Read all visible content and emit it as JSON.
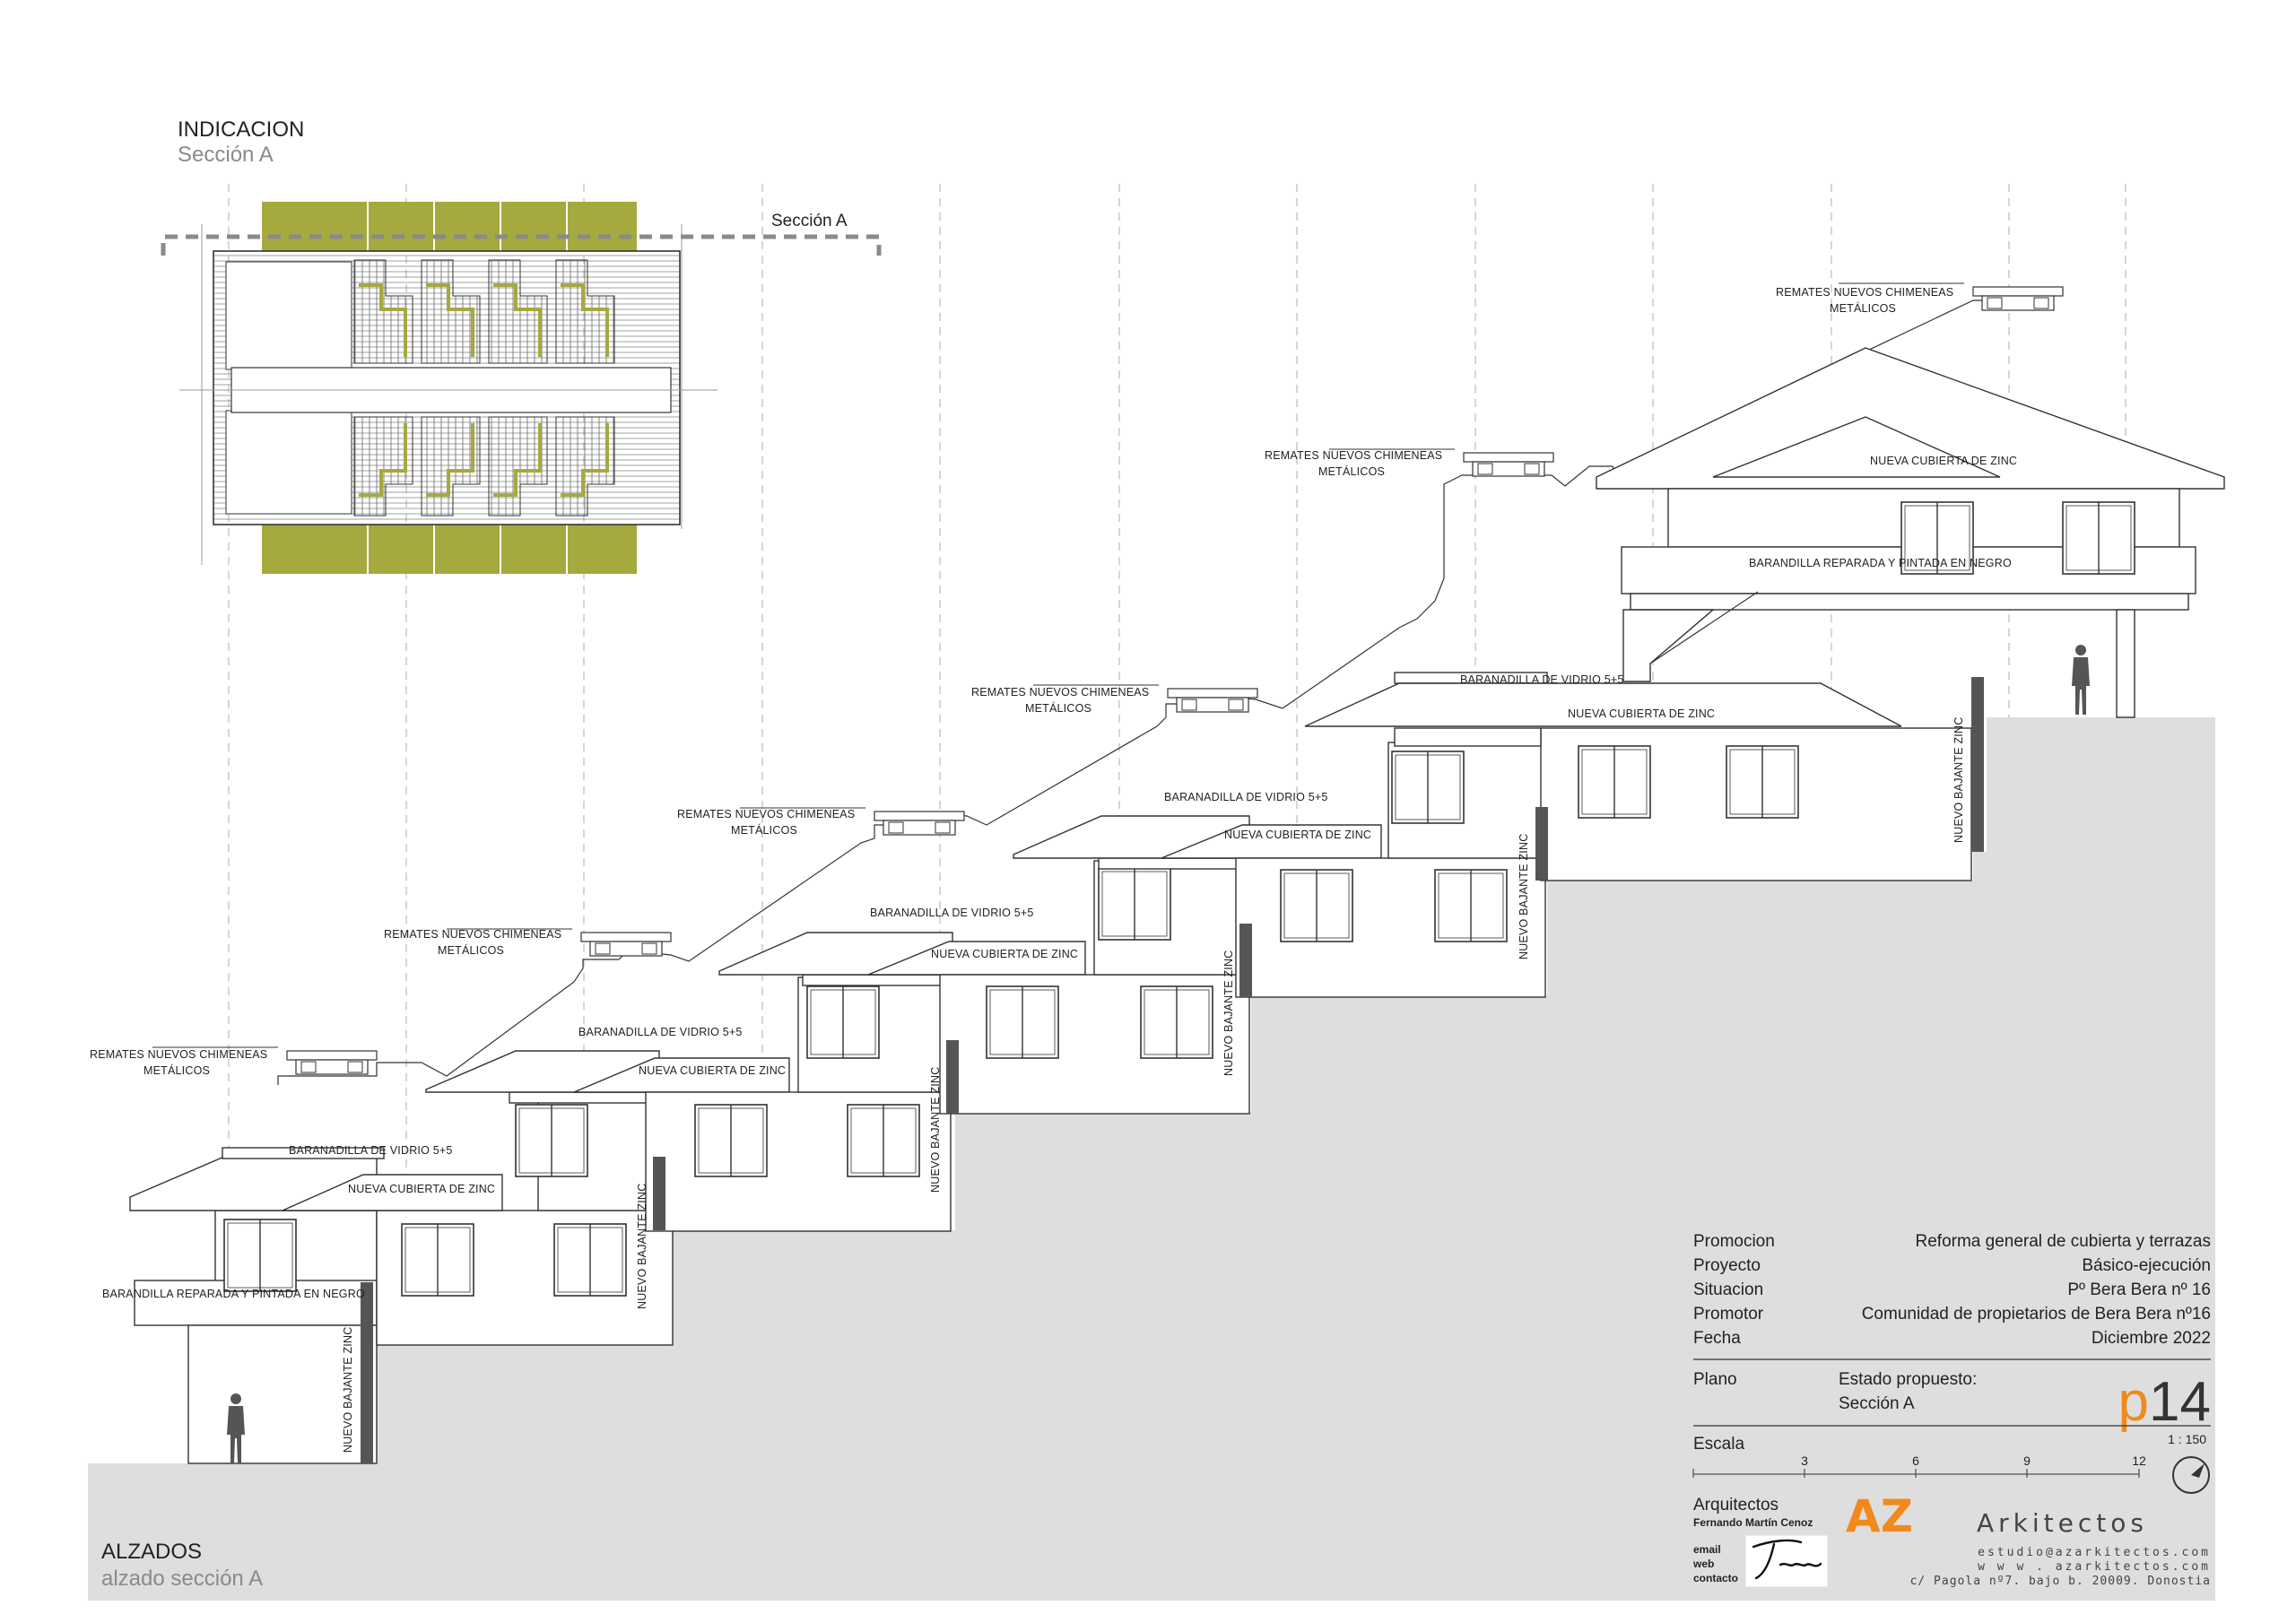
{
  "indicacion": {
    "title": "INDICACION",
    "subtitle": "Sección A",
    "section_label": "Sección A"
  },
  "alzados": {
    "title": "ALZADOS",
    "subtitle": "alzado sección A"
  },
  "annotations": {
    "remates": [
      "REMATES NUEVOS CHIMENEAS",
      "METÁLICOS"
    ],
    "barandilla_vidrio": "BARANADILLA DE VIDRIO 5+5",
    "nueva_cubierta": "NUEVA CUBIERTA DE ZINC",
    "nuevo_bajante": "NUEVO BAJANTE ZINC",
    "barandilla_negro": "BARANDILLA REPARADA Y PINTADA EN NEGRO"
  },
  "title_block": {
    "rows": [
      {
        "label": "Promocion",
        "value": "Reforma general de cubierta y terrazas"
      },
      {
        "label": "Proyecto",
        "value": "Básico-ejecución"
      },
      {
        "label": "Situacion",
        "value": "Pº Bera Bera nº 16"
      },
      {
        "label": "Promotor",
        "value": "Comunidad de propietarios de Bera Bera nº16"
      },
      {
        "label": "Fecha",
        "value": "Diciembre 2022"
      }
    ],
    "plano_label": "Plano",
    "plano_value_1": "Estado propuesto:",
    "plano_value_2": "Sección A",
    "sheet_prefix": "p",
    "sheet_number": "14",
    "escala_label": "Escala",
    "scale_ratio": "1 : 150",
    "scale_ticks": [
      "3",
      "6",
      "9",
      "12"
    ],
    "arquitectos_label": "Arquitectos",
    "architect_name": "Fernando Martín Cenoz",
    "contact_labels": [
      "email",
      "web",
      "contacto"
    ],
    "firm_mark": "AZ",
    "firm_name": "Arkitectos",
    "email": "estudio@azarkitectos.com",
    "web": "w w w . azarkitectos.com",
    "address": "c/ Pagola nº7. bajo b. 20009. Donostia"
  },
  "colors": {
    "accent": "#f08a1c",
    "planta_green": "#a6a93e",
    "ground": "#dedede",
    "line": "#333333"
  },
  "icons": [
    "north-arrow-icon",
    "signature-icon",
    "person-figure-icon"
  ]
}
